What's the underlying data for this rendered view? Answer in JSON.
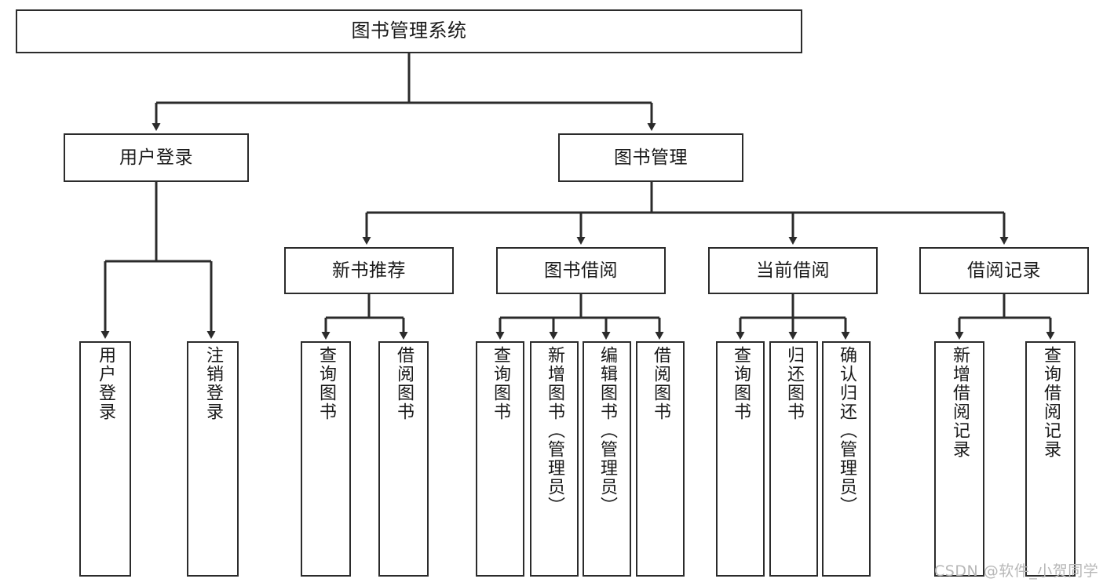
{
  "diagram": {
    "title": "图书管理系统",
    "colors": {
      "box_border": "#2b2b2b",
      "box_fill": "#ffffff",
      "connector": "#2b2b2b",
      "background": "#ffffff",
      "watermark": "#b7b7b7"
    },
    "nodes": {
      "root": {
        "label": "图书管理系统"
      },
      "level2": [
        {
          "label": "用户登录"
        },
        {
          "label": "图书管理"
        }
      ],
      "level3": [
        {
          "label": "新书推荐"
        },
        {
          "label": "图书借阅"
        },
        {
          "label": "当前借阅"
        },
        {
          "label": "借阅记录"
        }
      ],
      "leaves_user_login": [
        {
          "label": "用户登录"
        },
        {
          "label": "注销登录"
        }
      ],
      "leaves_new_book": [
        {
          "label": "查询图书"
        },
        {
          "label": "借阅图书"
        }
      ],
      "leaves_borrow": [
        {
          "label": "查询图书"
        },
        {
          "label": "新增图书（管理员）"
        },
        {
          "label": "编辑图书（管理员）"
        },
        {
          "label": "借阅图书"
        }
      ],
      "leaves_current": [
        {
          "label": "查询图书"
        },
        {
          "label": "归还图书"
        },
        {
          "label": "确认归还（管理员）"
        }
      ],
      "leaves_records": [
        {
          "label": "新增借阅记录"
        },
        {
          "label": "查询借阅记录"
        }
      ]
    },
    "watermark": "CSDN @软件_小贺同学"
  }
}
